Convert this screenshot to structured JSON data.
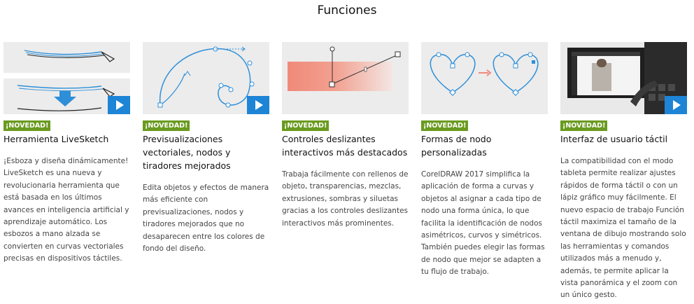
{
  "page": {
    "title": "Funciones"
  },
  "colors": {
    "badge": "#6a9a1f",
    "play": "#1d84d6",
    "curve": "#2e8fd8",
    "slider": "#f08a7a"
  },
  "cards": [
    {
      "badge": "¡NOVEDAD!",
      "title": "Herramienta LiveSketch",
      "description": "¡Esboza y diseña dinámicamente! LiveSketch es una nueva y revolucionaria herramienta que está basada en los últimos avances en inteligencia artificial y aprendizaje automático. Los esbozos a mano alzada se convierten en curvas vectoriales precisas en dispositivos táctiles.",
      "thumbnail_icon": "pen-stroke-illustration",
      "play_icon": "play-icon"
    },
    {
      "badge": "¡NOVEDAD!",
      "title": "Previsualizaciones vectoriales, nodos y tiradores mejorados",
      "description": "Edita objetos y efectos de manera más eficiente con previsualizaciones, nodos y tiradores mejorados que no desaparecen entre los colores de fondo del diseño.",
      "thumbnail_icon": "spiral-curve-illustration",
      "play_icon": "play-icon"
    },
    {
      "badge": "¡NOVEDAD!",
      "title": "Controles deslizantes interactivos más destacados",
      "description": "Trabaja fácilmente con rellenos de objeto, transparencias, mezclas, extrusiones, sombras y siluetas gracias a los controles deslizantes interactivos más prominentes.",
      "thumbnail_icon": "gradient-slider-illustration",
      "play_icon": ""
    },
    {
      "badge": "¡NOVEDAD!",
      "title": "Formas de nodo personalizadas",
      "description": "CorelDRAW 2017 simplifica la aplicación de forma a curvas y objetos al asignar a cada tipo de nodo una forma única, lo que facilita la identificación de nodos asimétricos, curvos y simétricos. También puedes elegir las formas de nodo que mejor se adapten a tu flujo de trabajo.",
      "thumbnail_icon": "heart-nodes-illustration",
      "play_icon": ""
    },
    {
      "badge": "¡NOVEDAD!",
      "title": "Interfaz de usuario táctil",
      "description": "La compatibilidad con el modo tableta permite realizar ajustes rápidos de forma táctil o con un lápiz gráfico muy fácilmente. El nuevo espacio de trabajo Función táctil maximiza el tamaño de la ventana de dibujo mostrando solo las herramientas y comandos utilizados más a menudo y, además, te permite aplicar la vista panorámica y el zoom con un único gesto.",
      "thumbnail_icon": "tablet-ui-illustration",
      "play_icon": "play-icon"
    }
  ]
}
